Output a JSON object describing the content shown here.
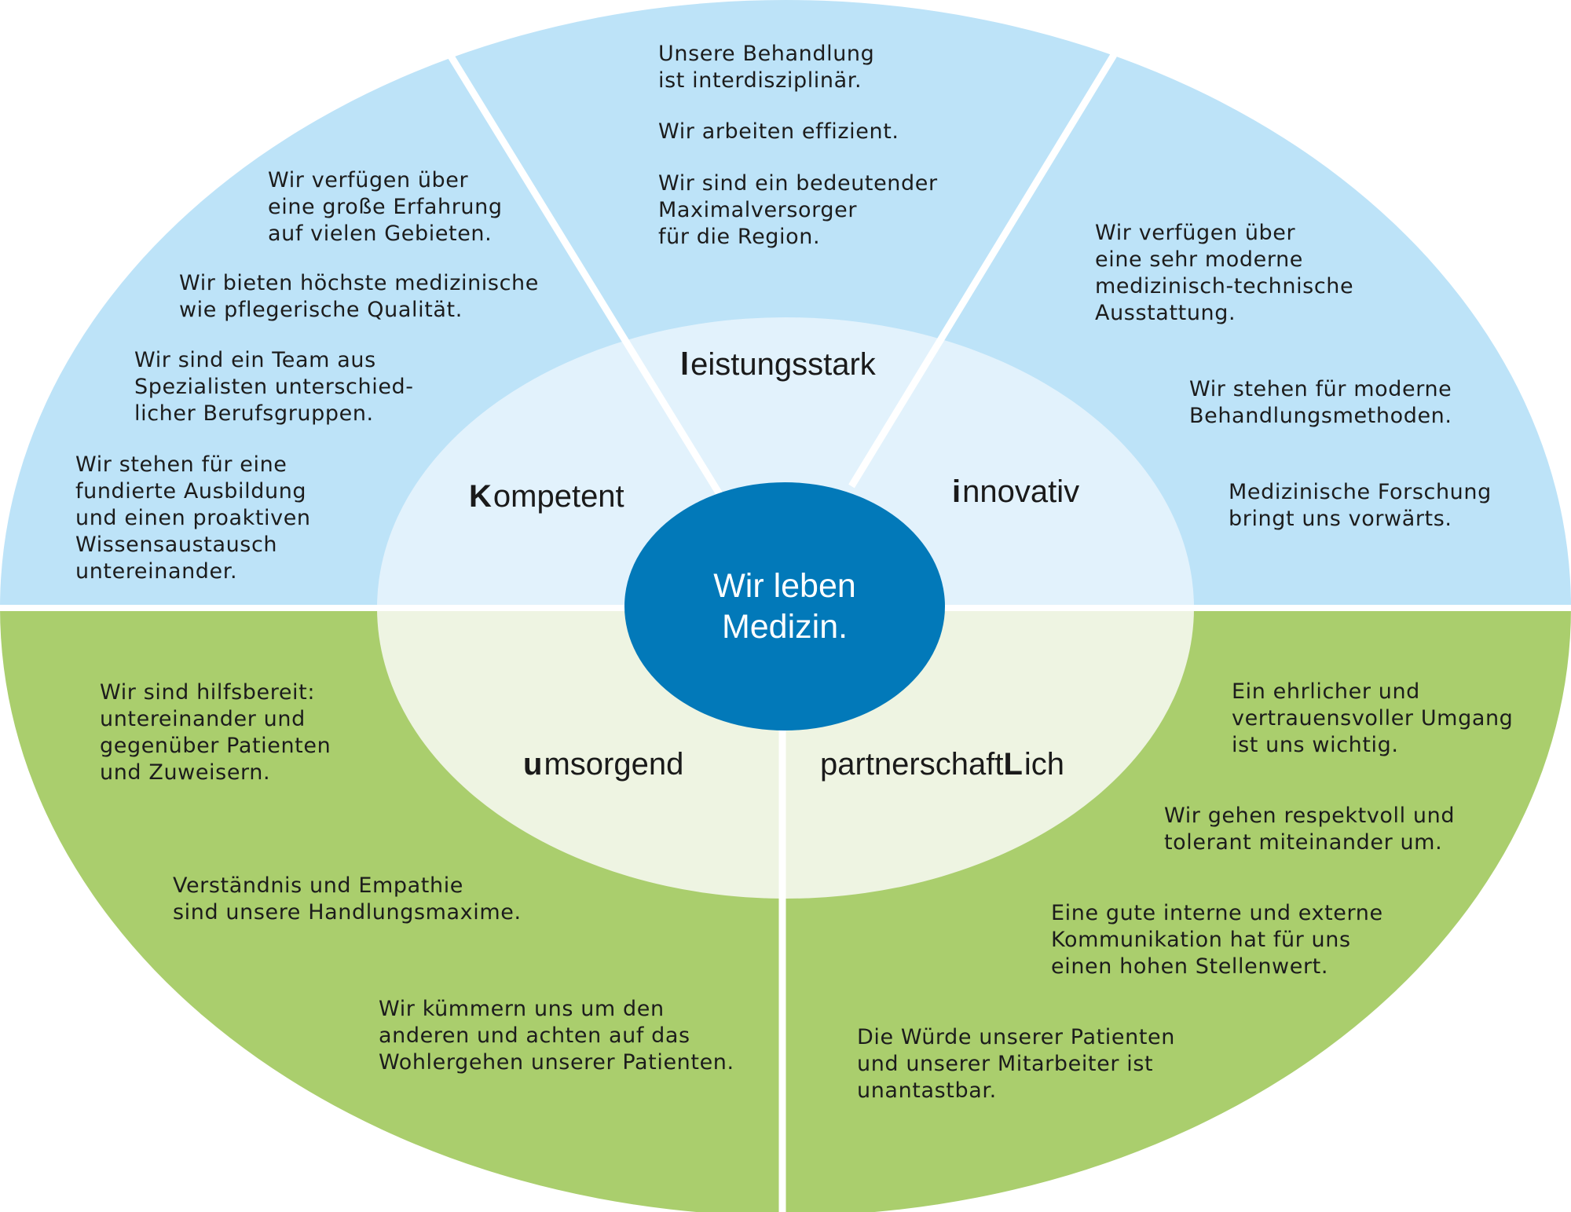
{
  "colors": {
    "outer_blue": "#bde3f8",
    "inner_blue": "#e2f2fc",
    "outer_green": "#aace6d",
    "inner_green": "#eef4e2",
    "center": "#0279b9",
    "divider": "#ffffff"
  },
  "center": {
    "text": "Wir leben\nMedizin."
  },
  "values": {
    "kompetent": {
      "cap": "K",
      "rest": "ompetent"
    },
    "leistungsstark": {
      "cap": "l",
      "rest": "eistungsstark"
    },
    "innovativ": {
      "cap": "i",
      "rest": "nnovativ"
    },
    "umsorgend": {
      "cap": "u",
      "rest": "msorgend"
    },
    "partnerschaftlich": {
      "pre": "partnerschaft",
      "cap": "L",
      "rest": "ich"
    }
  },
  "statements": {
    "kompetent": [
      "Wir verfügen über\neine große Erfahrung\nauf vielen Gebieten.",
      "Wir bieten höchste medizinische\nwie pflegerische Qualität.",
      "Wir sind ein Team aus\nSpezialisten unterschied-\nlicher Berufsgruppen.",
      "Wir stehen für eine\nfundierte Ausbildung\nund einen proaktiven\nWissensaustausch\nuntereinander."
    ],
    "leistungsstark": [
      "Unsere Behandlung\nist interdisziplinär.",
      "Wir arbeiten effizient.",
      "Wir sind ein bedeutender\nMaximalversorger\nfür die Region."
    ],
    "innovativ": [
      "Wir verfügen über\neine sehr moderne\nmedizinisch-technische\nAusstattung.",
      "Wir stehen für moderne\nBehandlungsmethoden.",
      "Medizinische Forschung\nbringt uns vorwärts."
    ],
    "umsorgend": [
      "Wir sind hilfsbereit:\nuntereinander und\ngegenüber Patienten\nund Zuweisern.",
      "Verständnis und Empathie\nsind unsere Handlungsmaxime.",
      "Wir kümmern uns um den\nanderen und achten auf das\nWohlergehen unserer Patienten."
    ],
    "partnerschaftlich": [
      "Ein ehrlicher und\nvertrauensvoller Umgang\nist uns wichtig.",
      "Wir gehen respektvoll und\ntolerant miteinander um.",
      "Eine gute interne und externe\nKommunikation hat für uns\neinen hohen Stellenwert.",
      "Die Würde unserer Patienten\nund unserer Mitarbeiter ist\nunantastbar."
    ]
  }
}
